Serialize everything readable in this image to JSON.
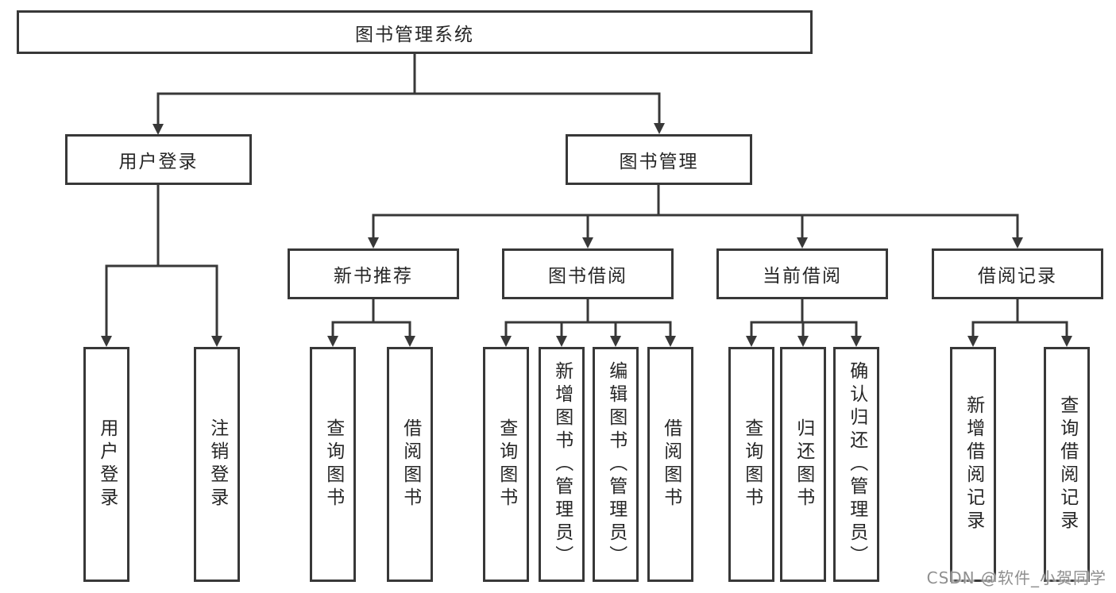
{
  "diagram": {
    "root": {
      "label": "图书管理系统"
    },
    "level2": [
      {
        "label": "用户登录"
      },
      {
        "label": "图书管理"
      }
    ],
    "level3": [
      {
        "label": "新书推荐",
        "parent": "图书管理"
      },
      {
        "label": "图书借阅",
        "parent": "图书管理"
      },
      {
        "label": "当前借阅",
        "parent": "图书管理"
      },
      {
        "label": "借阅记录",
        "parent": "图书管理"
      }
    ],
    "leaves": [
      {
        "label": "用户登录",
        "parent": "用户登录"
      },
      {
        "label": "注销登录",
        "parent": "用户登录"
      },
      {
        "label": "查询图书",
        "parent": "新书推荐"
      },
      {
        "label": "借阅图书",
        "parent": "新书推荐"
      },
      {
        "label": "查询图书",
        "parent": "图书借阅"
      },
      {
        "label": "新增图书（管理员）",
        "parent": "图书借阅"
      },
      {
        "label": "编辑图书（管理员）",
        "parent": "图书借阅"
      },
      {
        "label": "借阅图书",
        "parent": "图书借阅"
      },
      {
        "label": "查询图书",
        "parent": "当前借阅"
      },
      {
        "label": "归还图书",
        "parent": "当前借阅"
      },
      {
        "label": "确认归还（管理员）",
        "parent": "当前借阅"
      },
      {
        "label": "新增借阅记录",
        "parent": "借阅记录"
      },
      {
        "label": "查询借阅记录",
        "parent": "借阅记录"
      }
    ]
  },
  "watermark": "CSDN @软件_小贺同学",
  "colors": {
    "line": "#383838",
    "text": "#262626",
    "watermark": "#8f8f8f",
    "background": "#ffffff"
  }
}
